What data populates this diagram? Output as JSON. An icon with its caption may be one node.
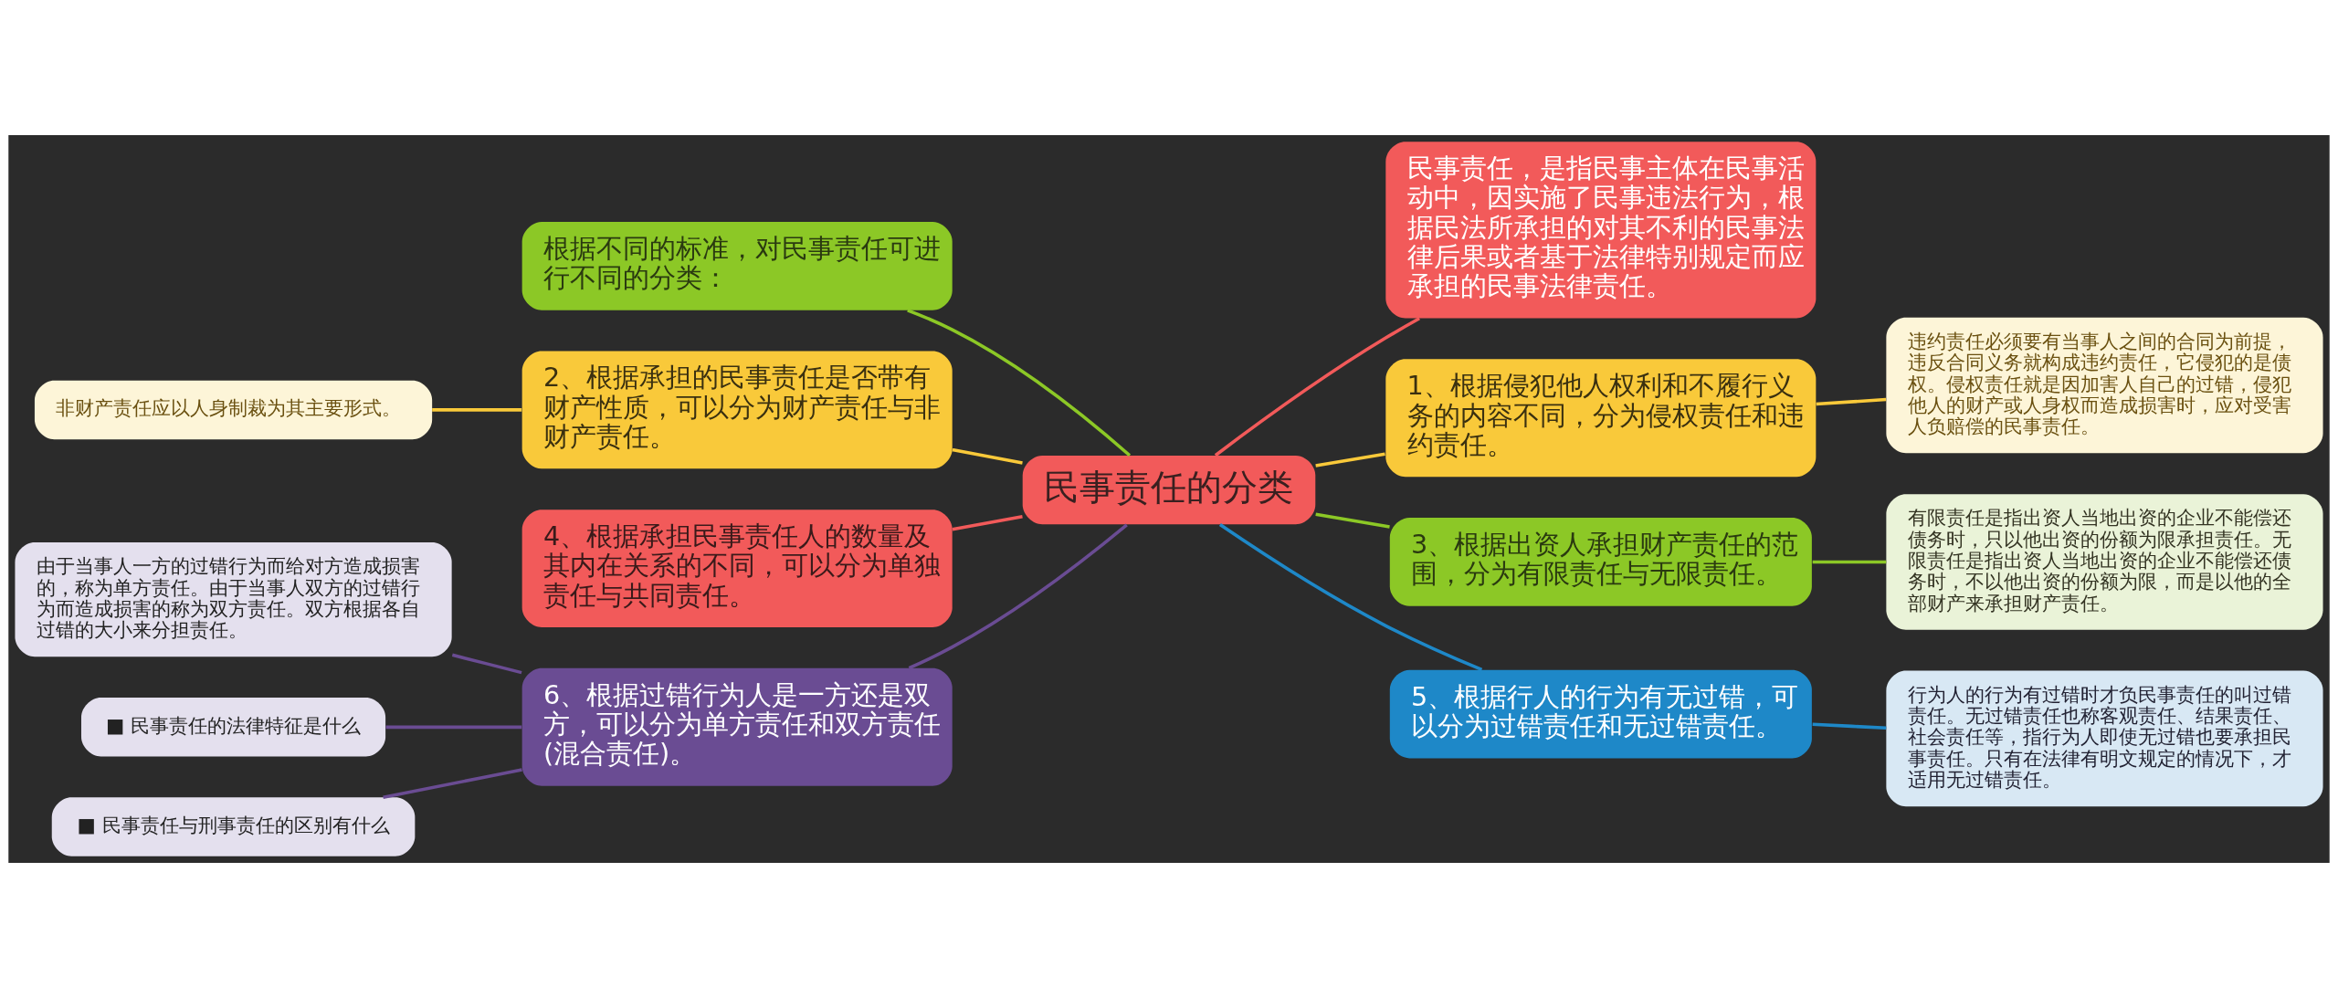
{
  "diagram": {
    "nodes": [
      {
        "text": [
          "民事责任的分类"
        ]
      },
      {
        "text": [
          "根据不同的标准，对民事责任可进行不同的分类："
        ]
      },
      {
        "text": [
          "2、根据承担的民事责任是否带有财产性质，可以分为财产责任与非财产责任。"
        ]
      },
      {
        "text": [
          "非财产责任应以人身制裁为其主要形式。"
        ]
      },
      {
        "text": [
          "4、根据承担民事责任人的数量及其内在关系的不同，可以分为单独责任与共同责任。"
        ]
      },
      {
        "text": [
          "6、根据过错行为人是一方还是双方，可以分为单方责任和双方责任(混合责任)。"
        ]
      },
      {
        "text": [
          "由于当事人一方的过错行为而给对方造成损害的，称为单方责任。由于当事人双方的过错行为而造成损害的称为双方责任。双方根据各自过错的大小来分担责任。"
        ]
      },
      {
        "text": [
          "■ 民事责任的法律特征是什么"
        ]
      },
      {
        "text": [
          "■ 民事责任与刑事责任的区别有什么"
        ]
      },
      {
        "text": [
          "民事责任，是指民事主体在民事活动中，因实施了民事违法行为，根据民法所承担的对其不利的民事法律后果或者基于法律特别规定而应承担的民事法律责任。"
        ]
      },
      {
        "text": [
          "1、根据侵犯他人权利和不履行义务的内容不同，分为侵权责任和违约责任。"
        ]
      },
      {
        "text": [
          "违约责任必须要有当事人之间的合同为前提，违反合同义务就构成违约责任，它侵犯的是债权。侵权责任就是因加害人自己的过错，侵犯他人的财产或人身权而造成损害时，应对受害人负赔偿的民事责任。"
        ]
      },
      {
        "text": [
          "3、根据出资人承担财产责任的范围，分为有限责任与无限责任。"
        ]
      },
      {
        "text": [
          "有限责任是指出资人当地出资的企业不能偿还债务时，只以他出资的份额为限承担责任。无限责任是指出资人当地出资的企业不能偿还债务时，不以他出资的份额为限，而是以他的全部财产来承担财产责任。"
        ]
      },
      {
        "text": [
          "5、根据行人的行为有无过错，可以分为过错责任和无过错责任。"
        ]
      },
      {
        "text": [
          "行为人的行为有过错时才负民事责任的叫过错责任。无过错责任也称客观责任、结果责任、社会责任等，指行为人即使无过错也要承担民事责任。只有在法律有明文规定的情况下，才适用无过错责任。"
        ]
      }
    ],
    "edges": [
      {
        "from": 0,
        "to": 1,
        "arrow": "none",
        "color": "#8cc826"
      },
      {
        "from": 0,
        "to": 2,
        "arrow": "none",
        "color": "#f9c93a"
      },
      {
        "from": 2,
        "to": 3,
        "arrow": "none",
        "color": "#f9c93a"
      },
      {
        "from": 0,
        "to": 4,
        "arrow": "none",
        "color": "#f25a5a"
      },
      {
        "from": 0,
        "to": 5,
        "arrow": "none",
        "color": "#6a4c93"
      },
      {
        "from": 5,
        "to": 6,
        "arrow": "none",
        "color": "#6a4c93"
      },
      {
        "from": 5,
        "to": 7,
        "arrow": "none",
        "color": "#6a4c93"
      },
      {
        "from": 5,
        "to": 8,
        "arrow": "none",
        "color": "#6a4c93"
      },
      {
        "from": 0,
        "to": 9,
        "arrow": "none",
        "color": "#f25a5a"
      },
      {
        "from": 0,
        "to": 10,
        "arrow": "none",
        "color": "#f9c93a"
      },
      {
        "from": 10,
        "to": 11,
        "arrow": "none",
        "color": "#f9c93a"
      },
      {
        "from": 0,
        "to": 12,
        "arrow": "none",
        "color": "#8cc826"
      },
      {
        "from": 12,
        "to": 13,
        "arrow": "none",
        "color": "#8cc826"
      },
      {
        "from": 0,
        "to": 14,
        "arrow": "none",
        "color": "#1e88c8"
      },
      {
        "from": 14,
        "to": 15,
        "arrow": "none",
        "color": "#1e88c8"
      }
    ]
  }
}
